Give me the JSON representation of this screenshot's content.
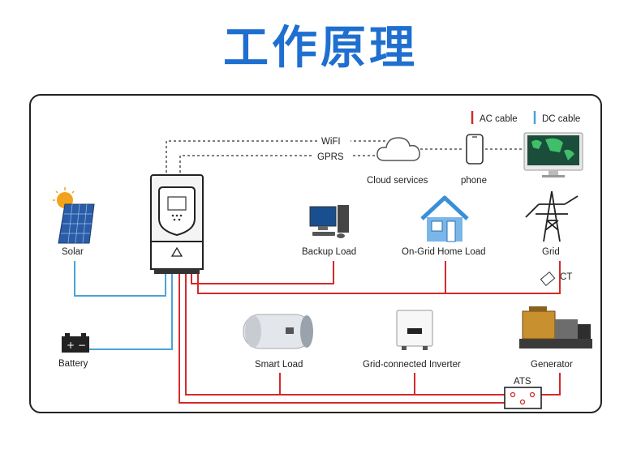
{
  "title": "工作原理",
  "legend": {
    "ac": "AC cable",
    "dc": "DC cable"
  },
  "colors": {
    "ac": "#d42a2a",
    "dc": "#4aa3d8",
    "title": "#1f6fd0",
    "dash": "#333333"
  },
  "links": {
    "wifi": "WiFI",
    "gprs": "GPRS"
  },
  "nodes": {
    "cloud": "Cloud services",
    "phone": "phone",
    "solar": "Solar",
    "battery": "Battery",
    "backup_load": "Backup Load",
    "home_load": "On-Grid Home Load",
    "grid": "Grid",
    "ct": "CT",
    "smart_load": "Smart Load",
    "grid_inverter": "Grid-connected Inverter",
    "generator": "Generator",
    "ats": "ATS"
  }
}
